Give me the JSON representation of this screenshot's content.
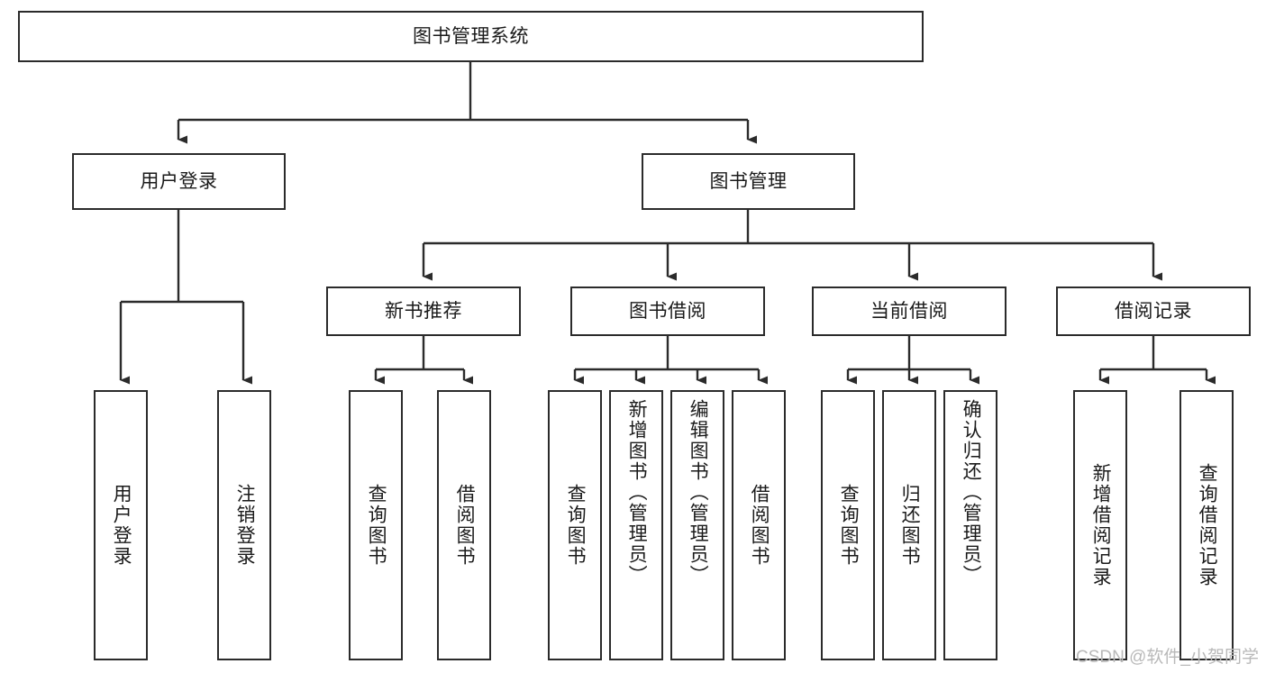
{
  "diagram": {
    "type": "tree",
    "title": "图书管理系统",
    "root": {
      "label": "图书管理系统",
      "id": "root"
    },
    "level2": [
      {
        "id": "user-login",
        "label": "用户登录"
      },
      {
        "id": "book-management",
        "label": "图书管理"
      }
    ],
    "level3": [
      {
        "id": "new-book-recommend",
        "label": "新书推荐",
        "parent": "book-management"
      },
      {
        "id": "book-borrow",
        "label": "图书借阅",
        "parent": "book-management"
      },
      {
        "id": "current-borrow",
        "label": "当前借阅",
        "parent": "book-management"
      },
      {
        "id": "borrow-record",
        "label": "借阅记录",
        "parent": "book-management"
      }
    ],
    "leaves": {
      "user-login": [
        {
          "id": "leaf-user-login",
          "label": "用户登录"
        },
        {
          "id": "leaf-user-logout",
          "label": "注销登录"
        }
      ],
      "new-book-recommend": [
        {
          "id": "leaf-query-book-1",
          "label": "查询图书"
        },
        {
          "id": "leaf-borrow-book-1",
          "label": "借阅图书"
        }
      ],
      "book-borrow": [
        {
          "id": "leaf-query-book-2",
          "label": "查询图书"
        },
        {
          "id": "leaf-add-book",
          "label": "新增图书（管理员）"
        },
        {
          "id": "leaf-edit-book",
          "label": "编辑图书（管理员）"
        },
        {
          "id": "leaf-borrow-book-2",
          "label": "借阅图书"
        }
      ],
      "current-borrow": [
        {
          "id": "leaf-query-book-3",
          "label": "查询图书"
        },
        {
          "id": "leaf-return-book",
          "label": "归还图书"
        },
        {
          "id": "leaf-confirm-return",
          "label": "确认归还（管理员）"
        }
      ],
      "borrow-record": [
        {
          "id": "leaf-add-record",
          "label": "新增借阅记录"
        },
        {
          "id": "leaf-query-record",
          "label": "查询借阅记录"
        }
      ]
    }
  },
  "watermark": {
    "text": "CSDN @软件_小贺同学"
  },
  "colors": {
    "stroke": "#2b2b2b",
    "background": "#ffffff",
    "text": "#1a1a1a",
    "watermark": "#b9b9b9"
  }
}
